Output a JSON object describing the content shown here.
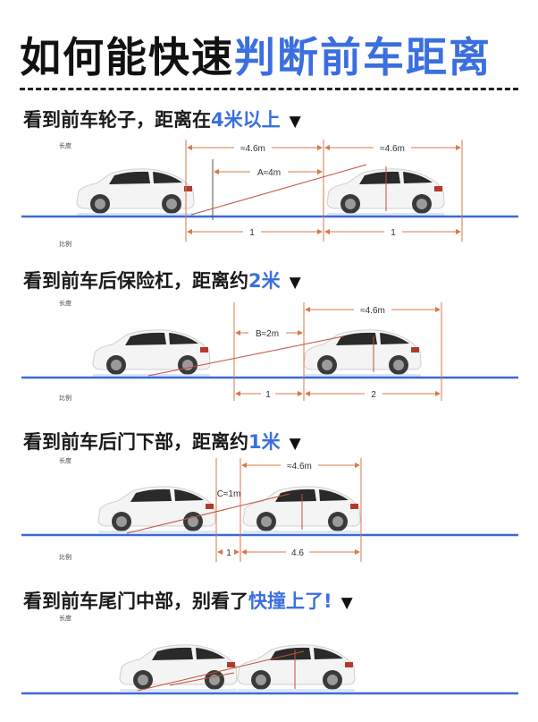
{
  "title": {
    "black": "如何能快速",
    "blue": "判断前车距离"
  },
  "colors": {
    "accent": "#3b6fe0",
    "road": "#3b6ad6",
    "dimension": "#d9774a",
    "sightline": "#c0503a",
    "text": "#1a1a1a"
  },
  "labels": {
    "length": "长度",
    "ratio": "比例"
  },
  "sections": [
    {
      "prefix": "看到前车轮子，距离在",
      "highlight": "4米以上",
      "marker": "▼",
      "dims_top": [
        "≈4.6m",
        "A≈4m",
        "≈4.6m"
      ],
      "dims_bottom": [
        "1",
        "1"
      ]
    },
    {
      "prefix": "看到前车后保险杠，距离约",
      "highlight": "2米",
      "marker": "▼",
      "dims_top": [
        "B≈2m",
        "≈4.6m"
      ],
      "dims_bottom": [
        "1",
        "2"
      ]
    },
    {
      "prefix": "看到前车后门下部，距离约",
      "highlight": "1米",
      "marker": "▼",
      "dims_top": [
        "C≈1m",
        "≈4.6m"
      ],
      "dims_bottom": [
        "1",
        "4.6"
      ]
    },
    {
      "prefix": "看到前车尾门中部，别看了",
      "highlight": "快撞上了!",
      "marker": "▼"
    }
  ]
}
